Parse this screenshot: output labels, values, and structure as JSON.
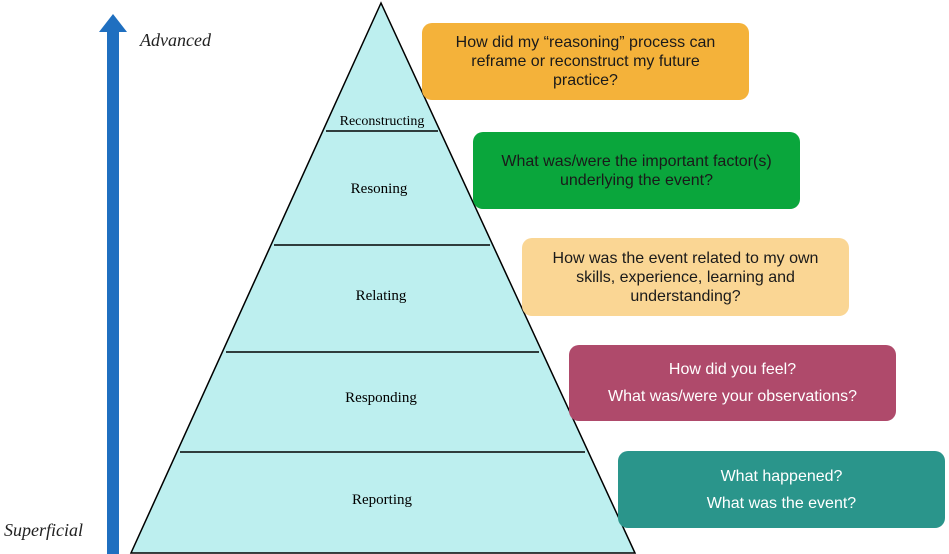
{
  "axis": {
    "top_label": "Advanced",
    "bottom_label": "Superficial",
    "arrow_color": "#1F6FC0"
  },
  "pyramid": {
    "fill_color": "#BDEFEF",
    "stroke_color": "#000000",
    "levels": [
      {
        "label": "Reconstructing"
      },
      {
        "label": "Resoning"
      },
      {
        "label": "Relating"
      },
      {
        "label": "Responding"
      },
      {
        "label": "Reporting"
      }
    ]
  },
  "questions": [
    {
      "color": "#F4B23A",
      "text_color": "#1a1a1a",
      "lines": [
        "How did my “reasoning” process can",
        "reframe or reconstruct my future",
        "practice?"
      ]
    },
    {
      "color": "#0AA63C",
      "text_color": "#1a1a1a",
      "lines": [
        "What was/were the important factor(s)",
        "underlying the event?"
      ]
    },
    {
      "color": "#FAD694",
      "text_color": "#1a1a1a",
      "lines": [
        "How was the event related to my own",
        "skills, experience, learning and",
        "understanding?"
      ]
    },
    {
      "color": "#AF4A6B",
      "text_color": "#ffffff",
      "lines": [
        "How did you feel?",
        "What was/were your observations?"
      ]
    },
    {
      "color": "#2A958B",
      "text_color": "#ffffff",
      "lines": [
        "What happened?",
        "What was the event?"
      ]
    }
  ]
}
